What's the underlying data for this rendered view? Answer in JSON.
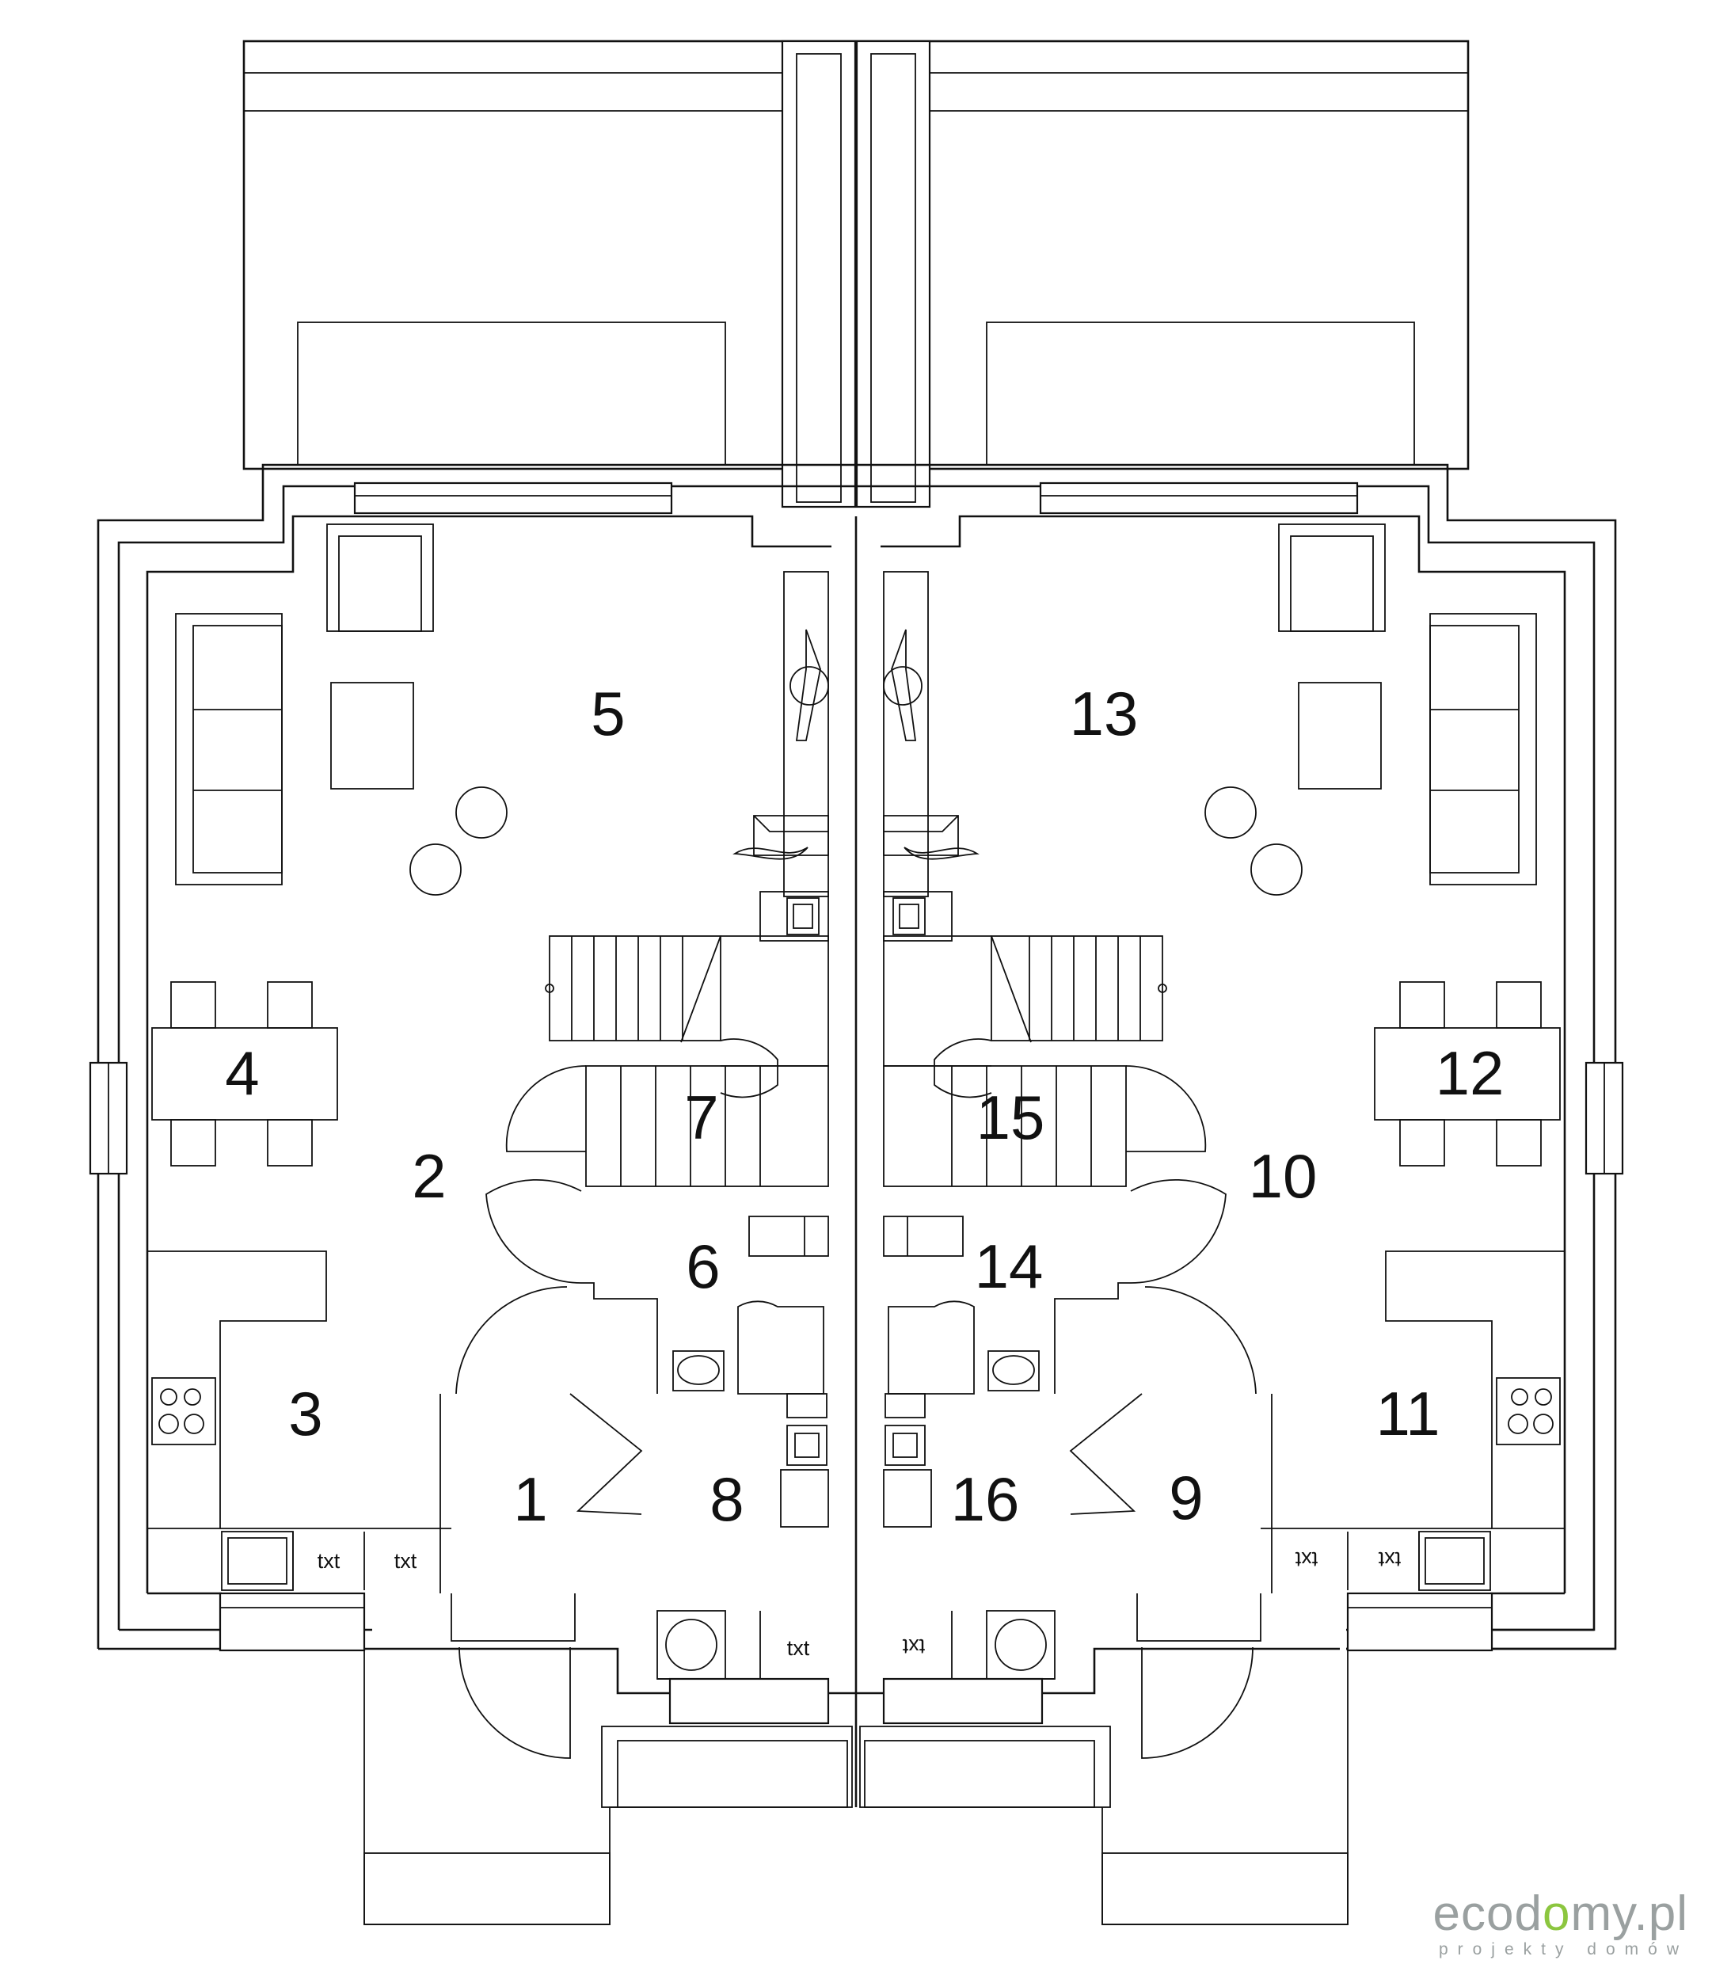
{
  "rooms": [
    {
      "id": "1",
      "label": "1"
    },
    {
      "id": "2",
      "label": "2"
    },
    {
      "id": "3",
      "label": "3"
    },
    {
      "id": "4",
      "label": "4"
    },
    {
      "id": "5",
      "label": "5"
    },
    {
      "id": "6",
      "label": "6"
    },
    {
      "id": "7",
      "label": "7"
    },
    {
      "id": "8",
      "label": "8"
    },
    {
      "id": "9",
      "label": "9"
    },
    {
      "id": "10",
      "label": "10"
    },
    {
      "id": "11",
      "label": "11"
    },
    {
      "id": "12",
      "label": "12"
    },
    {
      "id": "13",
      "label": "13"
    },
    {
      "id": "14",
      "label": "14"
    },
    {
      "id": "15",
      "label": "15"
    },
    {
      "id": "16",
      "label": "16"
    }
  ],
  "fixture_label": "txt",
  "brand": {
    "name_main": "ecod",
    "name_accent": "o",
    "name_rest": "my.pl",
    "tagline": "projekty domów"
  },
  "colors": {
    "lines": "#111111",
    "brand_gray": "#9aa0a0",
    "brand_green": "#8cc63f"
  }
}
